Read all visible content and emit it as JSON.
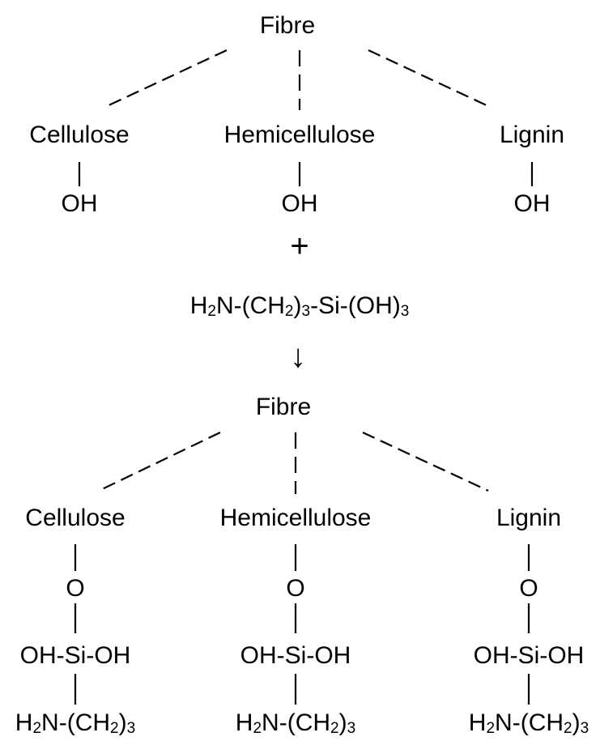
{
  "reactants": {
    "root": "Fibre",
    "branches": [
      {
        "name": "Cellulose",
        "group": "OH"
      },
      {
        "name": "Hemicellulose",
        "group": "OH"
      },
      {
        "name": "Lignin",
        "group": "OH"
      }
    ]
  },
  "plus_symbol": "+",
  "reagent": {
    "h": "H",
    "sub_2": "2",
    "n_ch": "N-(CH",
    "sub_2b": "2",
    "close": ")",
    "sub_3": "3",
    "si_oh": "-Si-(OH)",
    "sub_3b": "3"
  },
  "arrow_symbol": "↓",
  "products": {
    "root": "Fibre",
    "branches": [
      {
        "name": "Cellulose",
        "oxygen": "O",
        "silanol": "OH-Si-OH",
        "amine": {
          "h": "H",
          "sub_2": "2",
          "n_ch": "N-(CH",
          "sub_2b": "2",
          "close": ")",
          "sub_3": "3"
        }
      },
      {
        "name": "Hemicellulose",
        "oxygen": "O",
        "silanol": "OH-Si-OH",
        "amine": {
          "h": "H",
          "sub_2": "2",
          "n_ch": "N-(CH",
          "sub_2b": "2",
          "close": ")",
          "sub_3": "3"
        }
      },
      {
        "name": "Lignin",
        "oxygen": "O",
        "silanol": "OH-Si-OH",
        "amine": {
          "h": "H",
          "sub_2": "2",
          "n_ch": "N-(CH",
          "sub_2b": "2",
          "close": ")",
          "sub_3": "3"
        }
      }
    ]
  }
}
